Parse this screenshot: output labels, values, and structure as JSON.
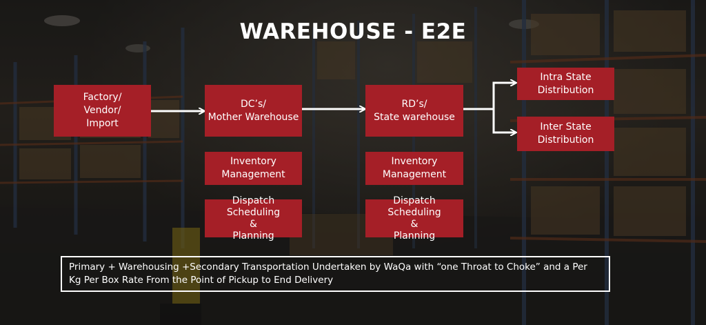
{
  "title": "WAREHOUSE - E2E",
  "nodes": {
    "factory": "Factory/\nVendor/\nImport",
    "dc": "DC’s/\nMother Warehouse",
    "rd": "RD’s/\nState warehouse",
    "intra": "Intra State\nDistribution",
    "inter": "Inter State\nDistribution",
    "dc_inventory": "Inventory\nManagement",
    "dc_dispatch": "Dispatch Scheduling\n&\nPlanning",
    "rd_inventory": "Inventory\nManagement",
    "rd_dispatch": "Dispatch Scheduling\n&\nPlanning"
  },
  "colors": {
    "box": "#a51f27",
    "text": "#ffffff",
    "arrow": "#ffffff"
  },
  "note": "Primary + Warehousing +Secondary Transportation Undertaken by WaQa with “one Throat to Choke” and a Per Kg Per Box Rate From the Point of Pickup to End Delivery"
}
